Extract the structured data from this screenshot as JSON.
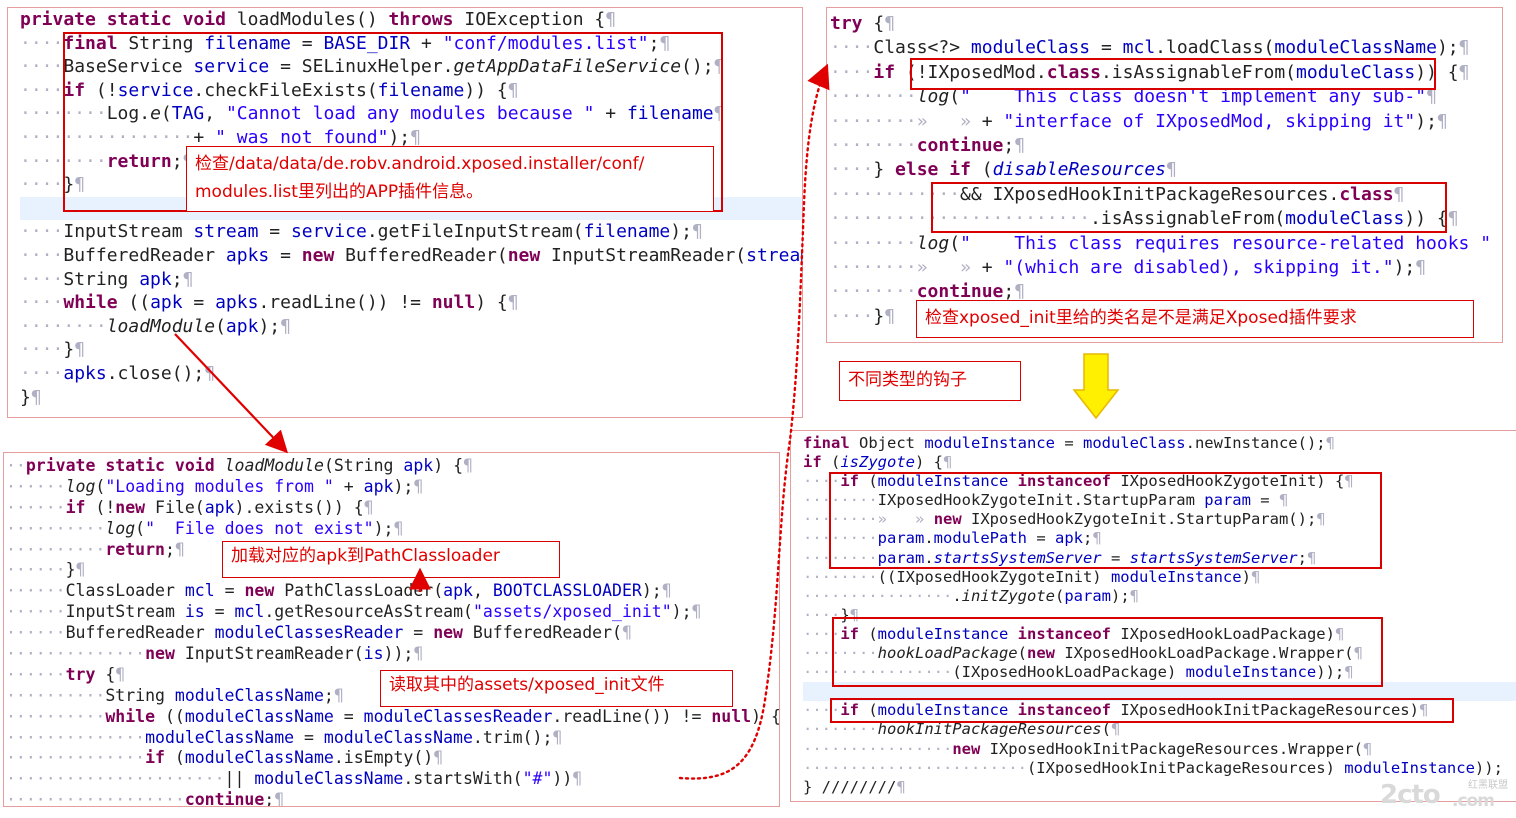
{
  "panels": {
    "p1": {
      "lines": [
        "private static void loadModules() throws IOException {¶",
        "····final String filename = BASE_DIR + \"conf/modules.list\";¶",
        "····BaseService service = SELinuxHelper.getAppDataFileService();¶",
        "····if (!service.checkFileExists(filename)) {¶",
        "········Log.e(TAG, \"Cannot load any modules because \" + filename¶",
        "················+ \" was not found\");¶",
        "········return;¶",
        "····}¶",
        "",
        "····InputStream stream = service.getFileInputStream(filename);¶",
        "····BufferedReader apks = new BufferedReader(new InputStreamReader(stream));",
        "····String apk;¶",
        "····while ((apk = apks.readLine()) != null) {¶",
        "········loadModule(apk);¶",
        "····}¶",
        "····apks.close();¶",
        "}¶"
      ]
    },
    "p2": {
      "lines": [
        "··private static void loadModule(String apk) {¶",
        "······log(\"Loading modules from \" + apk);¶",
        "······if (!new File(apk).exists()) {¶",
        "··········log(\"  File does not exist\");¶",
        "··········return;¶",
        "······}¶",
        "······ClassLoader mcl = new PathClassLoader(apk, BOOTCLASSLOADER);¶",
        "······InputStream is = mcl.getResourceAsStream(\"assets/xposed_init\");¶",
        "······BufferedReader moduleClassesReader = new BufferedReader(¶",
        "··············new InputStreamReader(is));¶",
        "······try {¶",
        "··········String moduleClassName;¶",
        "··········while ((moduleClassName = moduleClassesReader.readLine()) != null) {",
        "··············moduleClassName = moduleClassName.trim();¶",
        "··············if (moduleClassName.isEmpty()¶",
        "······················|| moduleClassName.startsWith(\"#\"))¶",
        "··················continue;¶"
      ]
    },
    "p3": {
      "lines": [
        "try {¶",
        "····Class<?> moduleClass = mcl.loadClass(moduleClassName);¶",
        "····if (!IXposedMod.class.isAssignableFrom(moduleClass)) {¶",
        "········log(\"    This class doesn't implement any sub-\"¶",
        "········»   » + \"interface of IXposedMod, skipping it\");¶",
        "········continue;¶",
        "····} else if (disableResources¶",
        "············&& IXposedHookInitPackageResources.class¶",
        "························.isAssignableFrom(moduleClass)) {¶",
        "········log(\"    This class requires resource-related hooks \"",
        "········»   » + \"(which are disabled), skipping it.\");¶",
        "········continue;¶",
        "····}¶"
      ]
    },
    "p4": {
      "lines": [
        "final Object moduleInstance = moduleClass.newInstance();¶",
        "if (isZygote) {¶",
        "····if (moduleInstance instanceof IXposedHookZygoteInit) {¶",
        "········IXposedHookZygoteInit.StartupParam param = ¶",
        "········»   » new IXposedHookZygoteInit.StartupParam();¶",
        "········param.modulePath = apk;¶",
        "········param.startsSystemServer = startsSystemServer;¶",
        "········((IXposedHookZygoteInit) moduleInstance)¶",
        "················.initZygote(param);¶",
        "····}¶",
        "····if (moduleInstance instanceof IXposedHookLoadPackage)¶",
        "········hookLoadPackage(new IXposedHookLoadPackage.Wrapper(¶",
        "················(IXposedHookLoadPackage) moduleInstance));¶",
        "",
        "····if (moduleInstance instanceof IXposedHookInitPackageResources)¶",
        "········hookInitPackageResources(¶",
        "················new IXposedHookInitPackageResources.Wrapper(¶",
        "························(IXposedHookInitPackageResources) moduleInstance));",
        "} ////////¶"
      ]
    }
  },
  "annotations": {
    "modules_list": "检查/data/data/de.robv.android.xposed.installer/conf/\nmodules.list里列出的APP插件信息。",
    "load_apk": "加载对应的apk到PathClassloader",
    "read_init": "读取其中的assets/xposed_init文件",
    "check_class": "检查xposed_init里给的类名是不是满足Xposed插件要求",
    "hook_types": "不同类型的钩子"
  },
  "watermark": {
    "brand": "2cto",
    "tld": ".com",
    "sub": "红黑联盟"
  },
  "colors": {
    "annotation_red": "#d90000",
    "arrow_yellow": "#ffef00",
    "keyword": "#7f0055",
    "field": "#0000c0",
    "string": "#2a00ff"
  }
}
